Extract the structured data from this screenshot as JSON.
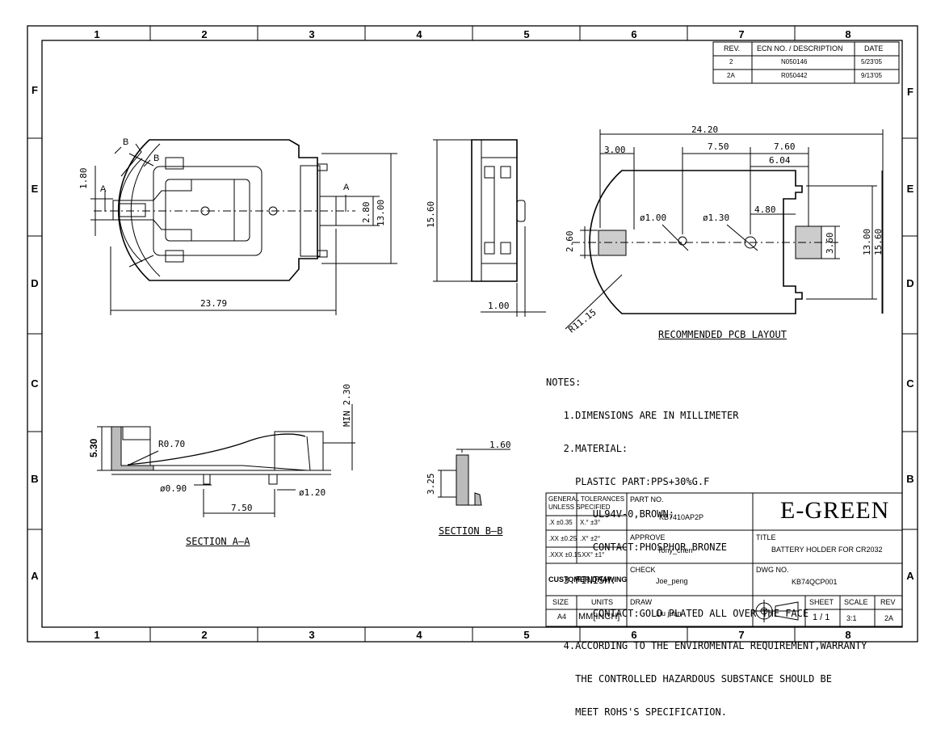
{
  "zones": {
    "columns": [
      "1",
      "2",
      "3",
      "4",
      "5",
      "6",
      "7",
      "8"
    ],
    "rows": [
      "F",
      "E",
      "D",
      "C",
      "B",
      "A"
    ]
  },
  "revision_table": {
    "headers": [
      "REV.",
      "ECN NO. / DESCRIPTION",
      "DATE"
    ],
    "rows": [
      [
        "2",
        "N050146",
        "5/23'05"
      ],
      [
        "2A",
        "R050442",
        "9/13'05"
      ]
    ]
  },
  "dimensions": {
    "top_view": {
      "width": "23.79",
      "left_small": "1.80",
      "inner": "2.80",
      "height": "13.00",
      "section_label": "A",
      "section_b": "B"
    },
    "side_view": {
      "height": "15.60",
      "thickness": "1.00"
    },
    "pcb_layout": {
      "overall": "24.20",
      "left": "3.00",
      "mid": "7.50",
      "right": "7.60",
      "right_inner": "6.04",
      "pad_gap": "4.80",
      "hole1": "ø1.00",
      "hole2": "ø1.30",
      "pad_h_left": "2.60",
      "pad_h_right": "3.60",
      "height_inner": "13.00",
      "height_outer": "15.60",
      "radius": "R11.15"
    },
    "section_aa": {
      "height": "5.30",
      "radius": "R0.70",
      "min": "MIN 2.30",
      "pin_d": "ø0.90",
      "pin_spacing": "7.50",
      "pin_d2": "ø1.20"
    },
    "section_bb": {
      "width": "1.60",
      "height": "3.25"
    }
  },
  "labels": {
    "pcb_title": "RECOMMENDED PCB LAYOUT",
    "section_aa": "SECTION A–A",
    "section_bb": "SECTION B–B"
  },
  "notes": [
    "NOTES:",
    "   1.DIMENSIONS ARE IN MILLIMETER",
    "   2.MATERIAL:",
    "     PLASTIC PART:PPS+30%G.F",
    "        UL94V-0,BROWN;",
    "        CONTACT:PHOSPHOR BRONZE",
    "   3.FINISH:",
    "        CONTACT:GOLD PLATED ALL OVER THE FACE",
    "   4.ACCORDING TO THE ENVIROMENTAL REQUIREMENT,WARRANTY",
    "     THE CONTROLLED HAZARDOUS SUBSTANCE SHOULD BE",
    "     MEET ROHS'S SPECIFICATION."
  ],
  "title_block": {
    "gen_tol": "GENERAL TOLERANCES\nUNLESS SPECIFIED",
    "tol": [
      [
        ".X ±0.35",
        "X.° ±3°"
      ],
      [
        ".XX ±0.25",
        ".X° ±2°"
      ],
      [
        ".XXX ±0.15",
        ".XX° ±1°"
      ]
    ],
    "customer_drawing": "CUSTOMER DRAWING",
    "size_label": "SIZE",
    "size": "A4",
    "units_label": "UNITS",
    "units": "MM[INCH]",
    "part_no_label": "PART NO.",
    "part_no": "KB7410AP2P",
    "approve_label": "APPROVE",
    "approve": "Tony_chen",
    "check_label": "CHECK",
    "check": "Joe_peng",
    "draw_label": "DRAW",
    "draw": "Liu juan",
    "company": "E-GREEN",
    "title_label": "TITLE",
    "title": "BATTERY HOLDER FOR CR2032",
    "dwg_label": "DWG NO.",
    "dwg": "KB74QCP001",
    "sheet_label": "SHEET",
    "sheet": "1 / 1",
    "scale_label": "SCALE",
    "scale": "3:1",
    "rev_label": "REV",
    "rev": "2A"
  }
}
